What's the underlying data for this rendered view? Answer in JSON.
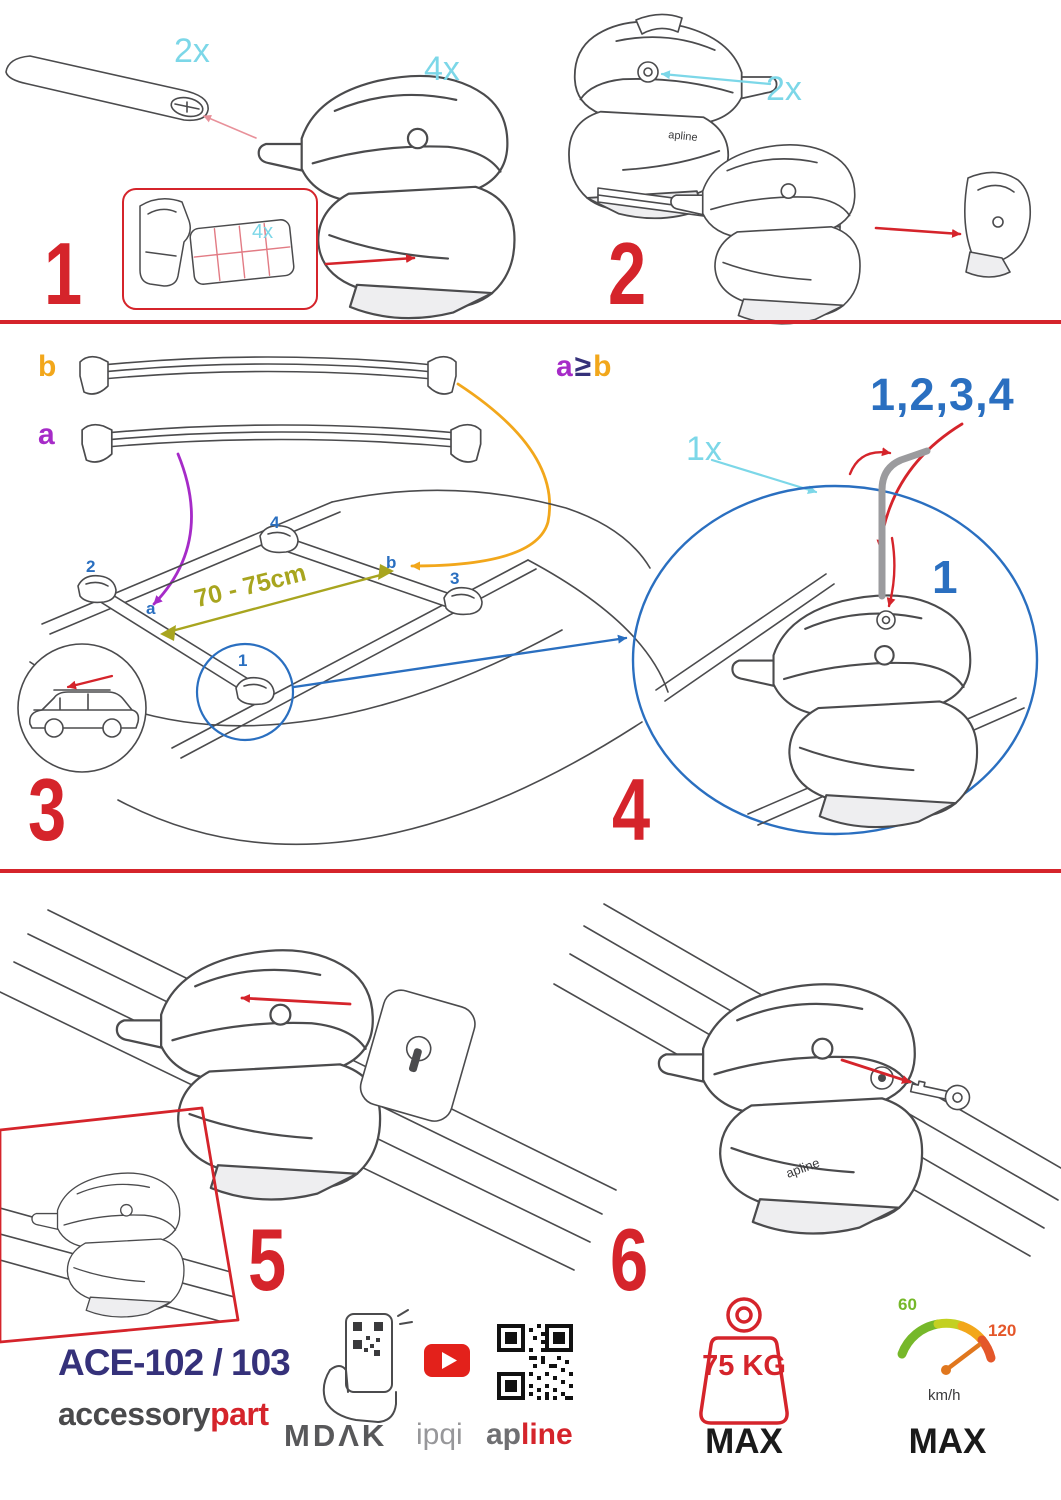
{
  "colors": {
    "red": "#d5242b",
    "cyan": "#7cd7e8",
    "blue": "#2a6fc0",
    "purple": "#a62bc8",
    "orange": "#f2a71b",
    "olive": "#a8a51f",
    "navy": "#35317a"
  },
  "step1": {
    "number": "1",
    "bar_qty": "2x",
    "foot_qty": "4x",
    "pad_qty": "4x"
  },
  "step2": {
    "number": "2",
    "bolt_qty": "2x"
  },
  "step3": {
    "number": "3",
    "bar_b_label": "b",
    "bar_a_label": "a",
    "cond_a": "a",
    "cond_op": "≥",
    "cond_b": "b",
    "distance": "70 - 75cm",
    "roof_1": "1",
    "roof_2": "2",
    "roof_3": "3",
    "roof_4": "4",
    "roof_a": "a",
    "roof_b": "b"
  },
  "step4": {
    "number": "4",
    "key_qty": "1x",
    "sequence": "1,2,3,4",
    "tighten_step": "1"
  },
  "step5": {
    "number": "5"
  },
  "step6": {
    "number": "6"
  },
  "misc": {
    "foot_brand": "apline"
  },
  "footer": {
    "model": "ACE-102 / 103",
    "brand_first": "accessory",
    "brand_second": "part",
    "logo_mdak": "MDΛK",
    "logo_ipqi": "ipqi",
    "logo_apline_first": "ap",
    "logo_apline_second": "line",
    "weight_value": "75 KG",
    "weight_max": "MAX",
    "speed_low": "60",
    "speed_high": "120",
    "speed_unit": "km/h",
    "speed_max": "MAX"
  }
}
